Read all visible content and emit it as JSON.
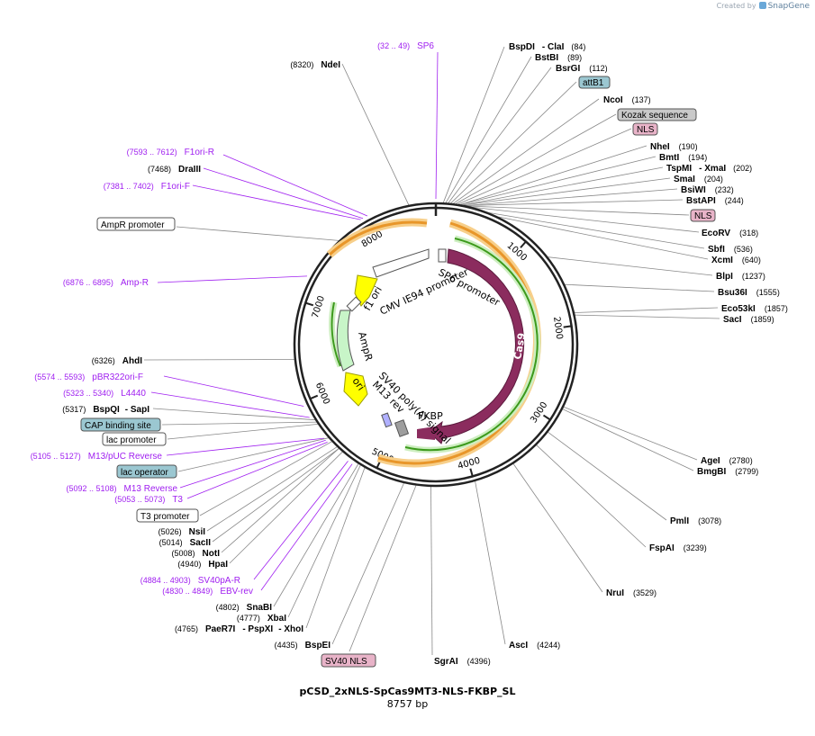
{
  "branding": {
    "created_by": "Created by",
    "app_name": "SnapGene"
  },
  "plasmid": {
    "name": "pCSD_2xNLS-SpCas9MT3-NLS-FKBP_SL",
    "length_label": "8757 bp",
    "length": 8757
  },
  "ruler_ticks": [
    "1000",
    "2000",
    "3000",
    "4000",
    "5000",
    "6000",
    "7000",
    "8000"
  ],
  "features": [
    {
      "label": "SP6 promoter",
      "color": "#ffffff",
      "kind": "promoter"
    },
    {
      "label": "CMV IE94 promoter",
      "color": "#ffffff",
      "kind": "promoter"
    },
    {
      "label": "Cas9",
      "color": "#8b2c5e",
      "kind": "cds"
    },
    {
      "label": "FKBP",
      "color": "#8b2c5e",
      "kind": "cds"
    },
    {
      "label": "SV40 poly(A) signal",
      "color": "#a0a0a0",
      "kind": "terminator"
    },
    {
      "label": "M13 rev",
      "color": "#a0a0ff",
      "kind": "primer_site"
    },
    {
      "label": "ori",
      "color": "#ffff00",
      "kind": "rep_origin"
    },
    {
      "label": "AmpR",
      "color": "#c8f5c8",
      "kind": "cds"
    },
    {
      "label": "f1 ori",
      "color": "#d8d8d8",
      "kind": "rep_origin"
    }
  ],
  "right_labels": [
    {
      "name": "BspDI",
      "extra": "- ClaI",
      "pos": "(84)"
    },
    {
      "name": "BstBI",
      "pos": "(89)"
    },
    {
      "name": "BsrGI",
      "pos": "(112)"
    },
    {
      "box": "attB1",
      "style": "teal"
    },
    {
      "name": "NcoI",
      "pos": "(137)"
    },
    {
      "box": "Kozak sequence",
      "style": "gray"
    },
    {
      "box": "NLS",
      "style": "pink"
    },
    {
      "name": "NheI",
      "pos": "(190)"
    },
    {
      "name": "BmtI",
      "pos": "(194)"
    },
    {
      "name": "TspMI",
      "extra": "- XmaI",
      "pos": "(202)"
    },
    {
      "name": "SmaI",
      "pos": "(204)"
    },
    {
      "name": "BsiWI",
      "pos": "(232)"
    },
    {
      "name": "BstAPI",
      "pos": "(244)"
    },
    {
      "box": "NLS",
      "style": "pink"
    },
    {
      "name": "EcoRV",
      "pos": "(318)"
    },
    {
      "name": "SbfI",
      "pos": "(536)"
    },
    {
      "name": "XcmI",
      "pos": "(640)"
    },
    {
      "name": "BlpI",
      "pos": "(1237)"
    },
    {
      "name": "Bsu36I",
      "pos": "(1555)"
    },
    {
      "name": "Eco53kI",
      "pos": "(1857)"
    },
    {
      "name": "SacI",
      "pos": "(1859)"
    },
    {
      "name": "AgeI",
      "pos": "(2780)"
    },
    {
      "name": "BmgBI",
      "pos": "(2799)"
    },
    {
      "name": "PmlI",
      "pos": "(3078)"
    },
    {
      "name": "FspAI",
      "pos": "(3239)"
    },
    {
      "name": "NruI",
      "pos": "(3529)"
    },
    {
      "name": "AscI",
      "pos": "(4244)"
    }
  ],
  "bottom_labels": [
    {
      "name": "SgrAI",
      "pos": "(4396)"
    },
    {
      "box": "SV40 NLS",
      "style": "pink"
    }
  ],
  "left_labels": [
    {
      "primer": "SP6",
      "range": "(32 .. 49)"
    },
    {
      "name": "NdeI",
      "pos": "(8320)"
    },
    {
      "primer": "F1ori-R",
      "range": "(7593 .. 7612)"
    },
    {
      "name": "DraIII",
      "pos": "(7468)"
    },
    {
      "primer": "F1ori-F",
      "range": "(7381 .. 7402)"
    },
    {
      "box": "AmpR promoter",
      "style": "white"
    },
    {
      "primer": "Amp-R",
      "range": "(6876 .. 6895)"
    },
    {
      "name": "AhdI",
      "pos": "(6326)"
    },
    {
      "primer": "pBR322ori-F",
      "range": "(5574 .. 5593)"
    },
    {
      "primer": "L4440",
      "range": "(5323 .. 5340)"
    },
    {
      "name": "BspQI",
      "extra": "- SapI",
      "pos": "(5317)"
    },
    {
      "box": "CAP binding site",
      "style": "teal"
    },
    {
      "box": "lac promoter",
      "style": "white"
    },
    {
      "primer": "M13/pUC Reverse",
      "range": "(5105 .. 5127)"
    },
    {
      "box": "lac operator",
      "style": "teal"
    },
    {
      "primer": "M13 Reverse",
      "range": "(5092 .. 5108)"
    },
    {
      "primer": "T3",
      "range": "(5053 .. 5073)"
    },
    {
      "box": "T3 promoter",
      "style": "white"
    },
    {
      "name": "NsiI",
      "pos": "(5026)"
    },
    {
      "name": "SacII",
      "pos": "(5014)"
    },
    {
      "name": "NotI",
      "pos": "(5008)"
    },
    {
      "name": "HpaI",
      "pos": "(4940)"
    },
    {
      "primer": "SV40pA-R",
      "range": "(4884 .. 4903)"
    },
    {
      "primer": "EBV-rev",
      "range": "(4830 .. 4849)"
    },
    {
      "name": "SnaBI",
      "pos": "(4802)"
    },
    {
      "name": "XbaI",
      "pos": "(4777)"
    },
    {
      "name": "PaeR7I",
      "extra": "- PspXI",
      "extra2": "- XhoI",
      "pos": "(4765)"
    },
    {
      "name": "BspEI",
      "pos": "(4435)"
    }
  ],
  "colors": {
    "primer": "#a020f0",
    "backbone": "#222222",
    "cas9": "#8b2c5e",
    "orf_orange": "#f0a030",
    "orf_green": "#4caf20",
    "teal_box": "#9bc7d1",
    "gray_box": "#c9c9c9",
    "pink_box": "#e8b3c8"
  }
}
